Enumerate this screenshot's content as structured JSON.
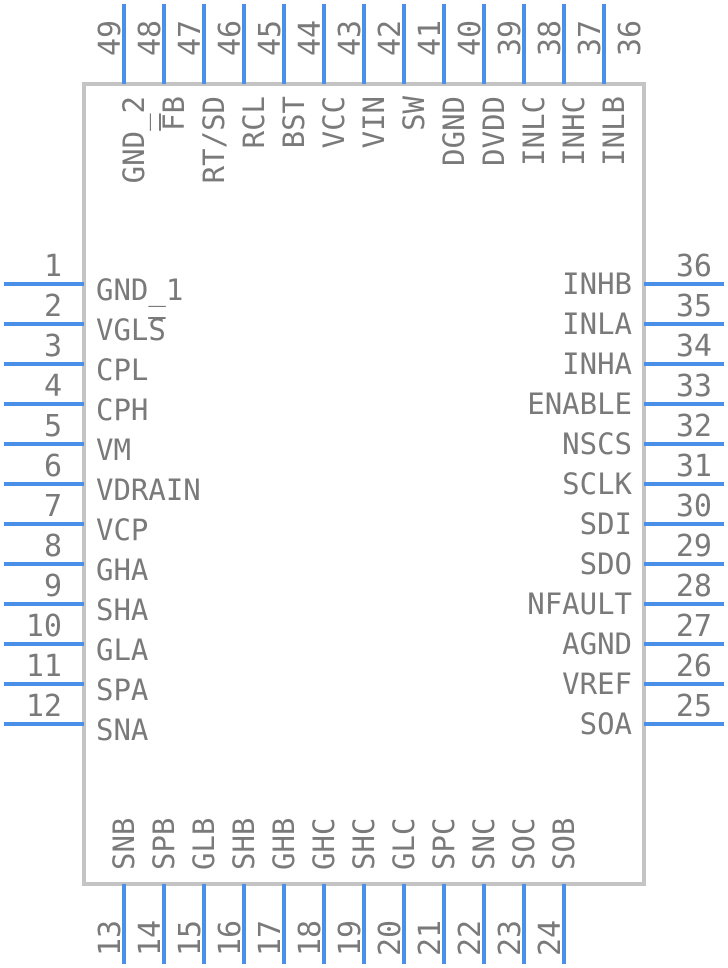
{
  "colors": {
    "pin": "#4a90e8",
    "body": "#c4c4c4",
    "text": "#7a7a7a",
    "background": "#ffffff"
  },
  "left_pins": [
    {
      "number": "1",
      "name": "GND_1"
    },
    {
      "number": "2",
      "name": "VGLS"
    },
    {
      "number": "3",
      "name": "CPL"
    },
    {
      "number": "4",
      "name": "CPH"
    },
    {
      "number": "5",
      "name": "VM"
    },
    {
      "number": "6",
      "name": "VDRAIN"
    },
    {
      "number": "7",
      "name": "VCP"
    },
    {
      "number": "8",
      "name": "GHA"
    },
    {
      "number": "9",
      "name": "SHA"
    },
    {
      "number": "10",
      "name": "GLA"
    },
    {
      "number": "11",
      "name": "SPA"
    },
    {
      "number": "12",
      "name": "SNA"
    }
  ],
  "bottom_pins": [
    {
      "number": "13",
      "name": "SNB"
    },
    {
      "number": "14",
      "name": "SPB"
    },
    {
      "number": "15",
      "name": "GLB"
    },
    {
      "number": "16",
      "name": "SHB"
    },
    {
      "number": "17",
      "name": "GHB"
    },
    {
      "number": "18",
      "name": "GHC"
    },
    {
      "number": "19",
      "name": "SHC"
    },
    {
      "number": "20",
      "name": "GLC"
    },
    {
      "number": "21",
      "name": "SPC"
    },
    {
      "number": "22",
      "name": "SNC"
    },
    {
      "number": "23",
      "name": "SOC"
    },
    {
      "number": "24",
      "name": "SOB"
    }
  ],
  "right_pins": [
    {
      "number": "36",
      "name": "INHB"
    },
    {
      "number": "35",
      "name": "INLA"
    },
    {
      "number": "34",
      "name": "INHA"
    },
    {
      "number": "33",
      "name": "ENABLE"
    },
    {
      "number": "32",
      "name": "NSCS"
    },
    {
      "number": "31",
      "name": "SCLK"
    },
    {
      "number": "30",
      "name": "SDI"
    },
    {
      "number": "29",
      "name": "SDO"
    },
    {
      "number": "28",
      "name": "NFAULT"
    },
    {
      "number": "27",
      "name": "AGND"
    },
    {
      "number": "26",
      "name": "VREF"
    },
    {
      "number": "25",
      "name": "SOA"
    }
  ],
  "top_pins": [
    {
      "number": "49",
      "name": ""
    },
    {
      "number": "48",
      "name": "GND_2"
    },
    {
      "number": "47",
      "name": "FB"
    },
    {
      "number": "46",
      "name": "RT/SD"
    },
    {
      "number": "45",
      "name": "RCL"
    },
    {
      "number": "44",
      "name": "BST"
    },
    {
      "number": "43",
      "name": "VCC"
    },
    {
      "number": "42",
      "name": "VIN"
    },
    {
      "number": "41",
      "name": "SW"
    },
    {
      "number": "40",
      "name": "DGND"
    },
    {
      "number": "39",
      "name": "DVDD"
    },
    {
      "number": "38",
      "name": "INLC"
    },
    {
      "number": "37",
      "name": "INHC"
    },
    {
      "number": "36",
      "name": "INLB"
    }
  ]
}
